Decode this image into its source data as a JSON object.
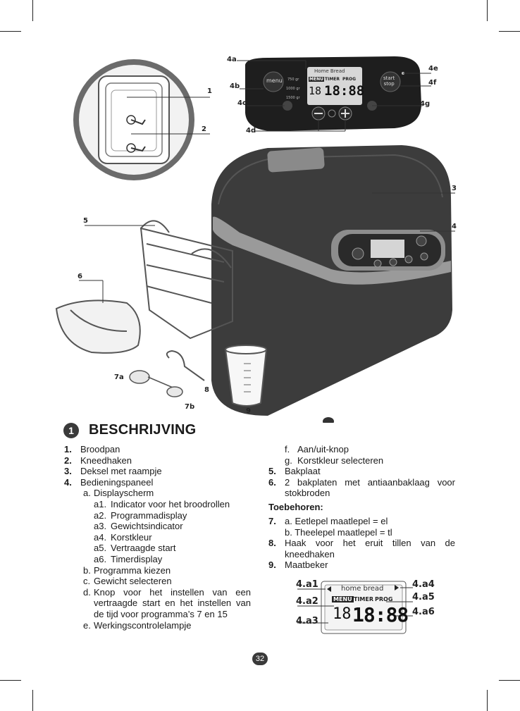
{
  "callouts": {
    "c1": "1",
    "c2": "2",
    "c3": "3",
    "c4": "4",
    "c5": "5",
    "c6": "6",
    "c7a": "7a",
    "c7b": "7b",
    "c8": "8",
    "c9": "9",
    "c4a": "4a",
    "c4b": "4b",
    "c4c": "4c",
    "c4d": "4d",
    "c4e": "4e",
    "c4f": "4f",
    "c4g": "4g"
  },
  "control_panel": {
    "menu_button": "menu",
    "start_stop_line1": "start",
    "start_stop_line2": "stop",
    "display_title": "Home Bread",
    "menu_tag": "MENU",
    "timer": "TIMER",
    "prog": "PROG",
    "program_digits": "18",
    "time_digits": "18:88",
    "weights": [
      "750 gr",
      "1000 gr",
      "1500 gr"
    ]
  },
  "lcd_detail": {
    "title": "home bread",
    "menu_tag": "MENU",
    "timer": "TIMER",
    "prog": "PROG",
    "program_digits": "18",
    "time_digits": "18:88",
    "labels": {
      "a1": "4.a1",
      "a2": "4.a2",
      "a3": "4.a3",
      "a4": "4.a4",
      "a5": "4.a5",
      "a6": "4.a6"
    }
  },
  "section": {
    "number": "1",
    "title": "BESCHRIJVING"
  },
  "list_left": [
    {
      "num": "1.",
      "text": "Broodpan"
    },
    {
      "num": "2.",
      "text": "Kneedhaken"
    },
    {
      "num": "3.",
      "text": "Deksel met raampje"
    },
    {
      "num": "4.",
      "text": "Bedieningspaneel"
    }
  ],
  "panel_items": [
    {
      "label": "a.",
      "text": "Displayscherm"
    },
    {
      "label": "b.",
      "text": "Programma kiezen"
    },
    {
      "label": "c.",
      "text": "Gewicht selecteren"
    },
    {
      "label": "d.",
      "text": "Knop voor het instellen van een vertraagde start en het instellen van de tijd voor programma’s 7 en 15"
    },
    {
      "label": "e.",
      "text": "Werkingscontrolelampje"
    },
    {
      "label": "f.",
      "text": "Aan/uit-knop"
    },
    {
      "label": "g.",
      "text": "Korstkleur selecteren"
    }
  ],
  "display_items": [
    {
      "label": "a1.",
      "text": "Indicator voor het broodrollen"
    },
    {
      "label": "a2.",
      "text": "Programmadisplay"
    },
    {
      "label": "a3.",
      "text": "Gewichtsindicator"
    },
    {
      "label": "a4.",
      "text": "Korstkleur"
    },
    {
      "label": "a5.",
      "text": "Vertraagde start"
    },
    {
      "label": "a6.",
      "text": "Timerdisplay"
    }
  ],
  "list_right": [
    {
      "num": "5.",
      "text": "Bakplaat"
    },
    {
      "num": "6.",
      "text": "2 bakplaten met antiaanbaklaag voor stokbroden"
    }
  ],
  "accessories": {
    "heading": "Toebehoren:",
    "items": [
      {
        "num": "7.",
        "text": "a. Eetlepel maatlepel = el"
      },
      {
        "num": "",
        "text": "b. Theelepel maatlepel = tl"
      },
      {
        "num": "8.",
        "text": "Haak voor het eruit tillen van de kneedhaken"
      },
      {
        "num": "9.",
        "text": "Maatbeker"
      }
    ]
  },
  "page_number": "32"
}
